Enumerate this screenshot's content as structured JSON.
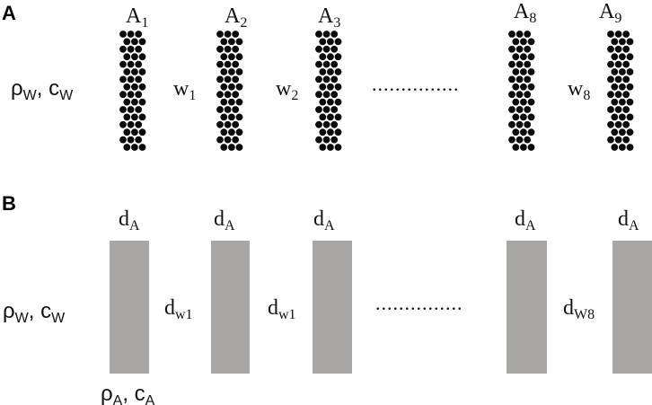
{
  "panel_a": {
    "label": "A",
    "medium": {
      "rho": "ρ",
      "rho_sub": "W",
      "c": "c",
      "c_sub": "W"
    },
    "layers": [
      {
        "name": "A",
        "sub": "1"
      },
      {
        "name": "A",
        "sub": "2"
      },
      {
        "name": "A",
        "sub": "3"
      },
      {
        "name": "A",
        "sub": "8"
      },
      {
        "name": "A",
        "sub": "9"
      }
    ],
    "gaps": [
      {
        "name": "w",
        "sub": "1"
      },
      {
        "name": "w",
        "sub": "2"
      },
      {
        "name": "w",
        "sub": "8"
      }
    ],
    "ellipsis": "..............."
  },
  "panel_b": {
    "label": "B",
    "medium": {
      "rho": "ρ",
      "rho_sub": "W",
      "c": "c",
      "c_sub": "W"
    },
    "layer_thickness": {
      "name": "d",
      "sub": "A"
    },
    "layer_props": {
      "rho": "ρ",
      "rho_sub": "A",
      "c": "c",
      "c_sub": "A"
    },
    "gaps": [
      {
        "name": "d",
        "sub": "w1"
      },
      {
        "name": "d",
        "sub": "w1"
      },
      {
        "name": "d",
        "sub": "W8"
      }
    ],
    "ellipsis": "...............",
    "slab_color": "#a9a6a6"
  }
}
